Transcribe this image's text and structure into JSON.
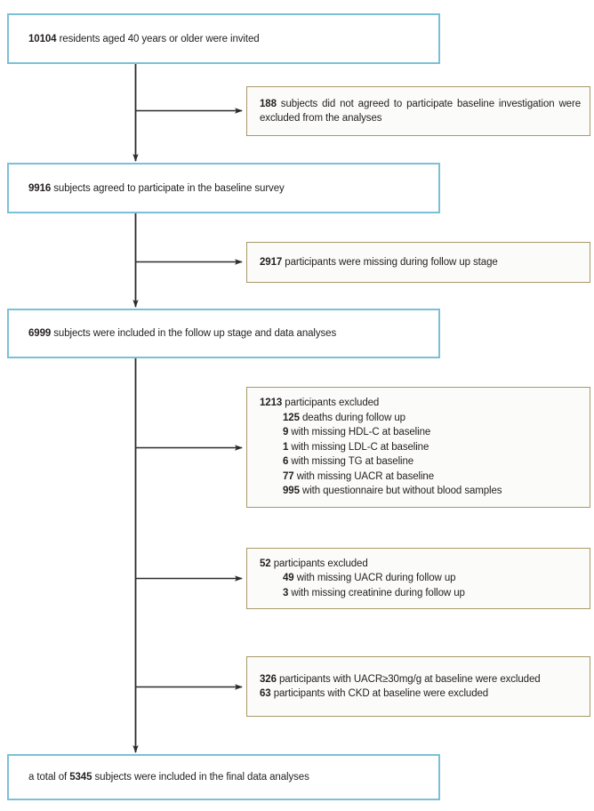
{
  "figure": {
    "type": "participant-flow-diagram",
    "colors": {
      "primary_border": "#7cc0d8",
      "exclusion_border": "#a89968",
      "text": "#231f20",
      "connector": "#2b2b2b",
      "background": "#ffffff"
    }
  },
  "nodes": {
    "invited": {
      "count": "10104",
      "text": " residents aged 40 years or older were invited",
      "full": "10104 residents aged 40 years or older were invited"
    },
    "agreed": {
      "count": "9916",
      "text": " subjects agreed to participate in the baseline survey",
      "full": "9916 subjects agreed to participate in the baseline survey"
    },
    "followup": {
      "count": "6999",
      "text": " subjects were included in the follow up stage and data analyses",
      "full": "6999 subjects were included in the follow up stage and data analyses"
    },
    "final": {
      "prefix": "a total of ",
      "count": "5345",
      "text": " subjects were included in the final data analyses",
      "full": "a total of 5345 subjects were included in the final data analyses"
    }
  },
  "exclusions": {
    "not_agreed": {
      "count": "188",
      "text": " subjects did not agreed to participate baseline investigation were excluded from the analyses",
      "full": "188 subjects did not agreed to participate baseline investigation were excluded from the analyses"
    },
    "missing_followup": {
      "count": "2917",
      "text": " participants were missing during follow up stage",
      "full": "2917 participants were missing during follow up stage"
    },
    "baseline_excluded": {
      "header_count": "1213",
      "header_text": " participants excluded",
      "items": [
        {
          "count": "125",
          "text": " deaths during follow up"
        },
        {
          "count": "9",
          "text": " with missing HDL-C at baseline"
        },
        {
          "count": "1",
          "text": " with missing LDL-C at baseline"
        },
        {
          "count": "6",
          "text": " with missing TG at baseline"
        },
        {
          "count": "77",
          "text": " with missing UACR at baseline"
        },
        {
          "count": "995",
          "text": " with questionnaire but without  blood samples"
        }
      ]
    },
    "followup_excluded": {
      "header_count": "52",
      "header_text": " participants excluded",
      "items": [
        {
          "count": "49",
          "text": " with missing UACR during follow up"
        },
        {
          "count": "3",
          "text": " with missing creatinine during follow up"
        }
      ]
    },
    "uacr_ckd_excluded": {
      "items": [
        {
          "count": "326",
          "text": " participants with UACR≥30mg/g at baseline were excluded"
        },
        {
          "count": "63",
          "text": " participants with CKD at baseline were excluded"
        }
      ]
    }
  }
}
